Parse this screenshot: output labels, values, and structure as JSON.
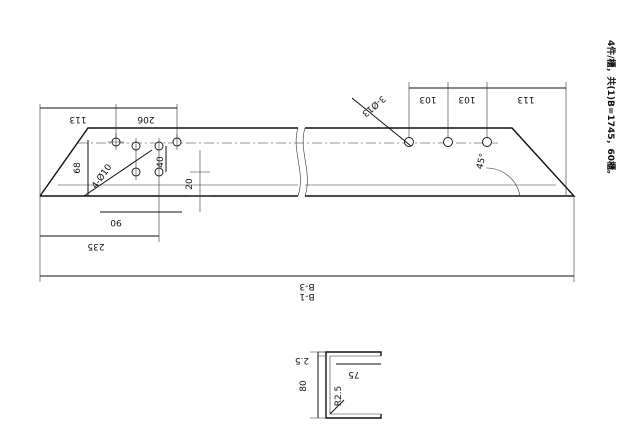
{
  "drawing": {
    "note": "4件/櫃，共(1)B=1745，60櫃。",
    "part_label": "B-1",
    "main_view": {
      "dims": {
        "d113_left": "113",
        "d206": "206",
        "d68": "68",
        "holes_left": "4-Ø10",
        "d40": "40",
        "d20": "20",
        "d90": "90",
        "d235": "235",
        "holes_right": "3-Ø13",
        "d103_a": "103",
        "d103_b": "103",
        "d113_right": "113",
        "angle": "45°",
        "overall": "B-3"
      }
    },
    "section_view": {
      "dims": {
        "thickness": "2.5",
        "flange": "75",
        "web": "80",
        "radius": "R2.5"
      }
    }
  }
}
